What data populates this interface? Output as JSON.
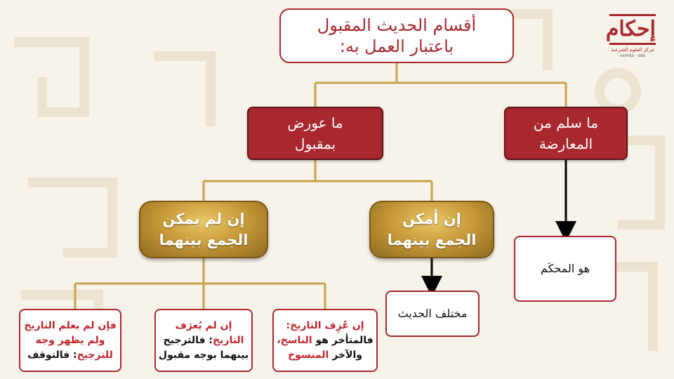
{
  "logo": {
    "mark": "إحكام",
    "subtitle": "مركز العلوم الشرعية",
    "phone": "٨٨٧٢٥٥٠٠٥٥٥"
  },
  "title": {
    "line1": "أقسام الحديث المقبول",
    "line2": "باعتبار العمل به:"
  },
  "branches": {
    "muarad": {
      "line1": "ما عورض",
      "line2": "بمقبول"
    },
    "salim": {
      "line1": "ما سلم من",
      "line2": "المعارضة"
    }
  },
  "conditions": {
    "la_yumkin": {
      "line1": "إن لم يمكن",
      "line2": "الجمع بينهما"
    },
    "amkan": {
      "line1": "إن أمكن",
      "line2": "الجمع بينهما"
    }
  },
  "results": {
    "muhkam": "هو المحكَم",
    "mukhtalif": "مختلف الحديث"
  },
  "leaves": {
    "tawaqquf": {
      "a": "فإن لم يعلم التاريخ",
      "b": "ولم يظهر وجه",
      "c": "للترجيح",
      "d": ": فالتوقف"
    },
    "tarjih": {
      "a": "إن لم يُعرَف",
      "b": "التاريخ",
      "c": ": فالترجيح",
      "d": "بينهما بوجه مقبول"
    },
    "naskh": {
      "a": "إن عُرِف التاريخ:",
      "b": "فالمتأخر هو",
      "c": "الناسخ،",
      "d": "والآخر",
      "e": "المنسوخ"
    }
  },
  "colors": {
    "red": "#a8282e",
    "gold": "#c99b3a",
    "connector": "#c9a24a",
    "background": "#f7f2ea"
  }
}
